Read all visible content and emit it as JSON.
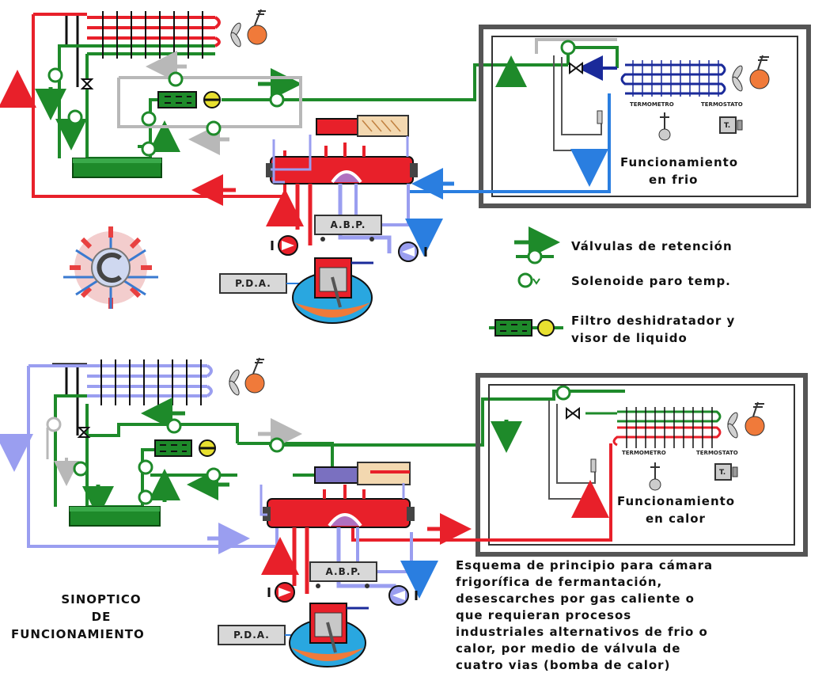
{
  "legend": {
    "check_valves": "Válvulas de retención",
    "solenoid": "Solenoide paro temp.",
    "filter_line1": "Filtro deshidratador y",
    "filter_line2": "visor de liquido"
  },
  "top_panel": {
    "mode_line1": "Funcionamiento",
    "mode_line2": "en frio",
    "thermometer": "TERMOMETRO",
    "thermostat": "TERMOSTATO",
    "thermostat_box": "T.",
    "abp": "A.B.P.",
    "pda": "P.D.A."
  },
  "bottom_panel": {
    "mode_line1": "Funcionamiento",
    "mode_line2": "en calor",
    "thermometer": "TERMOMETRO",
    "thermostat": "TERMOSTATO",
    "thermostat_box": "T.",
    "abp": "A.B.P.",
    "pda": "P.D.A."
  },
  "synoptic": {
    "line1": "SINOPTICO",
    "line2": "DE",
    "line3": "FUNCIONAMIENTO"
  },
  "description": [
    "Esquema de principio para cámara",
    "frigorífica de fermantación,",
    "desescarches por gas caliente o",
    "que requieran procesos",
    "industriales alternativos de frio o",
    "calor, por medio de válvula de",
    "cuatro vias (bomba de calor)"
  ],
  "colors": {
    "hot": "#e8202a",
    "liquid": "#1e8a2a",
    "cold": "#9a9ef0",
    "suction_blue": "#2a7ee0",
    "grey": "#b8b8b8",
    "dark_blue": "#1a2a9a",
    "compressor": "#29a7e0",
    "oil": "#f07a3a"
  }
}
